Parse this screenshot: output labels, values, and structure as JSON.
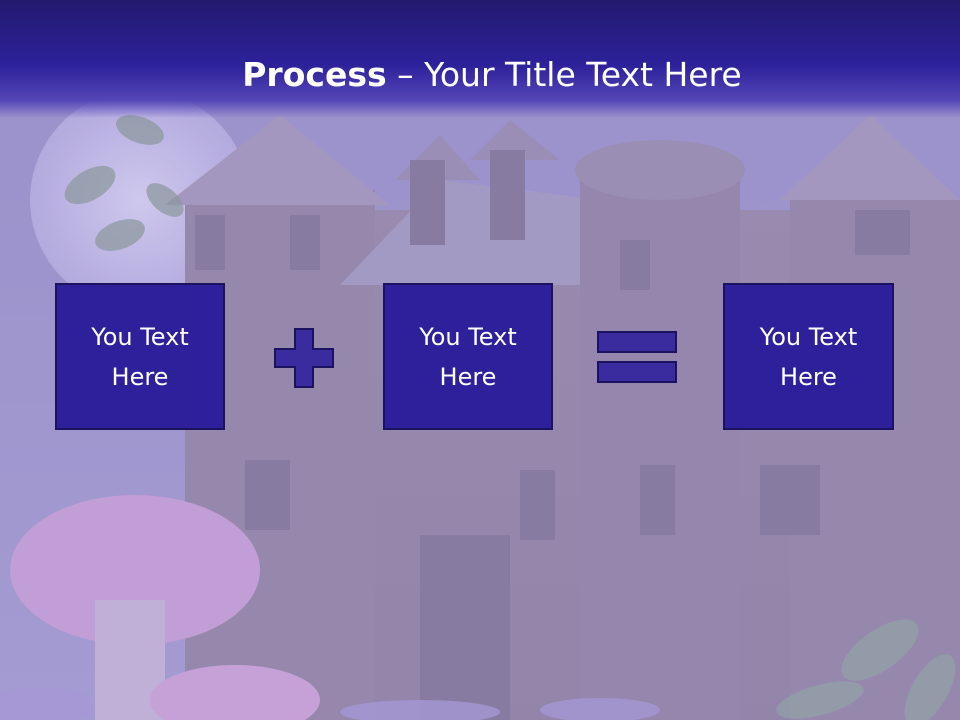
{
  "slide": {
    "title_bold": "Process",
    "title_rest": " – Your Title Text Here",
    "boxes": [
      {
        "label": "You Text Here"
      },
      {
        "label": "You Text Here"
      },
      {
        "label": "You Text Here"
      }
    ],
    "operators": [
      "plus-icon",
      "equals-icon"
    ]
  },
  "colors": {
    "title_bar": "#2d219a",
    "box_fill": "#2e209a",
    "box_border": "#1c1360",
    "operator": "#3a2b9e",
    "background": "#b7aede"
  }
}
